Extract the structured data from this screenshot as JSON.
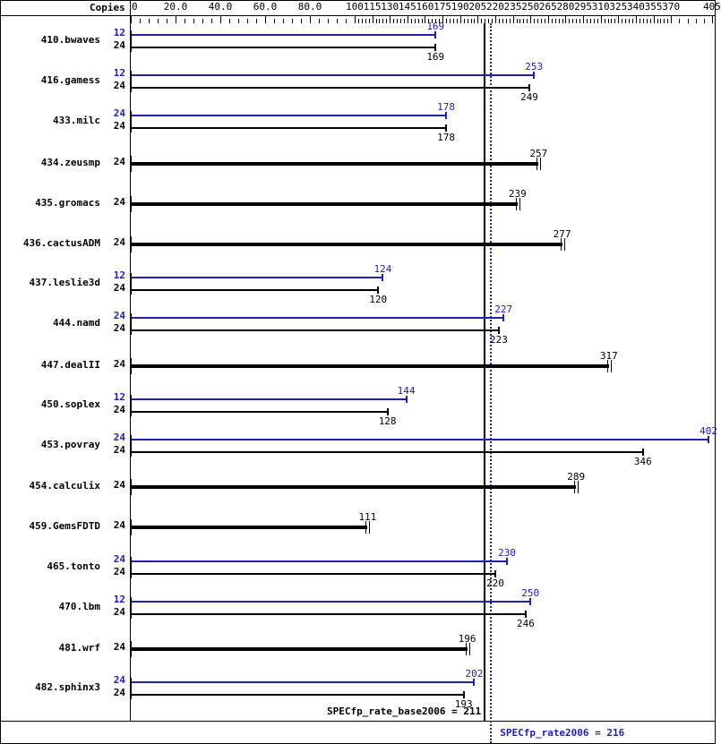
{
  "header": {
    "copies_label": "Copies"
  },
  "colors": {
    "peak": "#2222aa",
    "base": "#000000",
    "background": "#ffffff"
  },
  "footer": {
    "base_text": "SPECfp_rate_base2006 = 211",
    "peak_text": "SPECfp_rate2006 = 216"
  },
  "chart_data": {
    "type": "bar",
    "title": "",
    "subtitle": "",
    "xlabel": "",
    "ylabel": "",
    "orientation": "horizontal",
    "xlim": [
      0,
      405
    ],
    "grid": false,
    "legend": "none",
    "axis_scale": "compressed",
    "axis_tick_labels": [
      "0",
      "20.0",
      "40.0",
      "60.0",
      "80.0",
      "100",
      "115",
      "130",
      "145",
      "160",
      "175",
      "190",
      "205",
      "220",
      "235",
      "250",
      "265",
      "280",
      "295",
      "310",
      "325",
      "340",
      "355",
      "370",
      "405"
    ],
    "axis_tick_values": [
      0,
      20,
      40,
      60,
      80,
      100,
      115,
      130,
      145,
      160,
      175,
      190,
      205,
      220,
      235,
      250,
      265,
      280,
      295,
      310,
      325,
      340,
      355,
      370,
      405
    ],
    "reference_lines": [
      {
        "name": "SPECfp_rate_base2006",
        "value": 211,
        "style": "solid",
        "color": "#000000"
      },
      {
        "name": "SPECfp_rate2006",
        "value": 216,
        "style": "dotted",
        "color": "#2222aa"
      }
    ],
    "series": [
      {
        "name": "peak",
        "color": "#2222aa"
      },
      {
        "name": "base",
        "color": "#000000"
      }
    ],
    "categories": [
      "410.bwaves",
      "416.gamess",
      "433.milc",
      "434.zeusmp",
      "435.gromacs",
      "436.cactusADM",
      "437.leslie3d",
      "444.namd",
      "447.dealII",
      "450.soplex",
      "453.povray",
      "454.calculix",
      "459.GemsFDTD",
      "465.tonto",
      "470.lbm",
      "481.wrf",
      "482.sphinx3"
    ],
    "rows": [
      {
        "name": "410.bwaves",
        "peak": {
          "copies": "12",
          "value": 169
        },
        "base": {
          "copies": "24",
          "value": 169
        }
      },
      {
        "name": "416.gamess",
        "peak": {
          "copies": "12",
          "value": 253
        },
        "base": {
          "copies": "24",
          "value": 249
        }
      },
      {
        "name": "433.milc",
        "peak": {
          "copies": "24",
          "value": 178
        },
        "base": {
          "copies": "24",
          "value": 178
        }
      },
      {
        "name": "434.zeusmp",
        "peak": null,
        "base": {
          "copies": "24",
          "value": 257
        }
      },
      {
        "name": "435.gromacs",
        "peak": null,
        "base": {
          "copies": "24",
          "value": 239
        }
      },
      {
        "name": "436.cactusADM",
        "peak": null,
        "base": {
          "copies": "24",
          "value": 277
        }
      },
      {
        "name": "437.leslie3d",
        "peak": {
          "copies": "12",
          "value": 124
        },
        "base": {
          "copies": "24",
          "value": 120
        }
      },
      {
        "name": "444.namd",
        "peak": {
          "copies": "24",
          "value": 227
        },
        "base": {
          "copies": "24",
          "value": 223
        }
      },
      {
        "name": "447.dealII",
        "peak": null,
        "base": {
          "copies": "24",
          "value": 317
        }
      },
      {
        "name": "450.soplex",
        "peak": {
          "copies": "12",
          "value": 144
        },
        "base": {
          "copies": "24",
          "value": 128
        }
      },
      {
        "name": "453.povray",
        "peak": {
          "copies": "24",
          "value": 402
        },
        "base": {
          "copies": "24",
          "value": 346
        }
      },
      {
        "name": "454.calculix",
        "peak": null,
        "base": {
          "copies": "24",
          "value": 289
        }
      },
      {
        "name": "459.GemsFDTD",
        "peak": null,
        "base": {
          "copies": "24",
          "value": 111
        }
      },
      {
        "name": "465.tonto",
        "peak": {
          "copies": "24",
          "value": 230
        },
        "base": {
          "copies": "24",
          "value": 220
        }
      },
      {
        "name": "470.lbm",
        "peak": {
          "copies": "12",
          "value": 250
        },
        "base": {
          "copies": "24",
          "value": 246
        }
      },
      {
        "name": "481.wrf",
        "peak": null,
        "base": {
          "copies": "24",
          "value": 196
        }
      },
      {
        "name": "482.sphinx3",
        "peak": {
          "copies": "24",
          "value": 202
        },
        "base": {
          "copies": "24",
          "value": 193
        }
      }
    ]
  }
}
